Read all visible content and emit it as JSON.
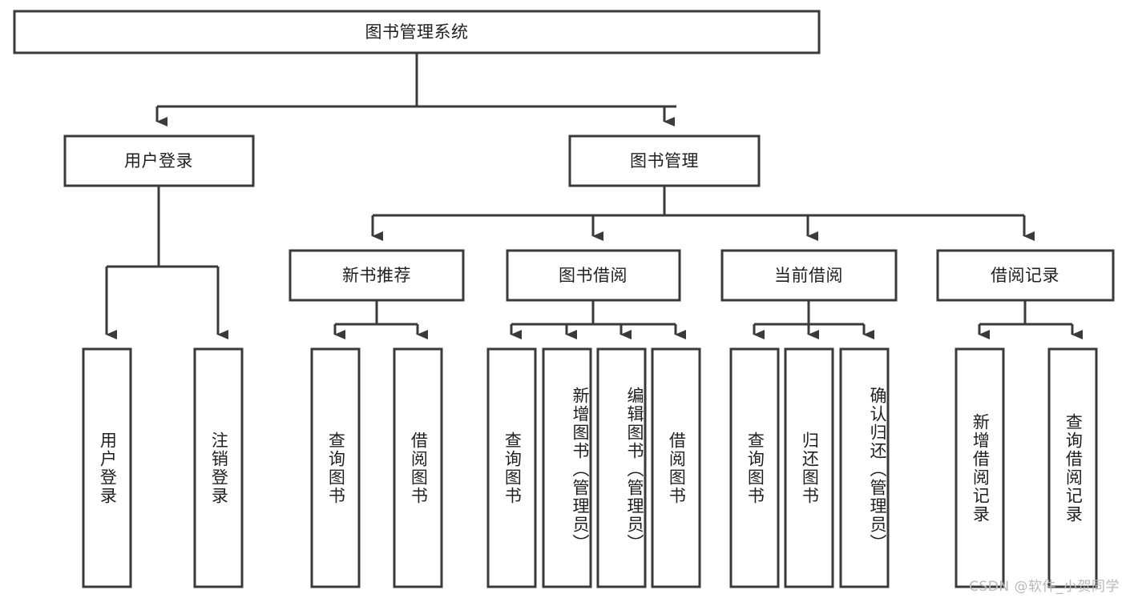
{
  "diagram": {
    "title": "图书管理系统",
    "type": "tree",
    "orientation": "top-down",
    "colors": {
      "box_fill": "#ffffff",
      "box_stroke": "#3a3a3a",
      "connector": "#3a3a3a",
      "text": "#1f1f1f",
      "watermark": "#b8b8b8"
    },
    "root": {
      "label": "图书管理系统"
    },
    "level2": [
      {
        "label": "用户登录"
      },
      {
        "label": "图书管理"
      }
    ],
    "level3": [
      {
        "label": "新书推荐"
      },
      {
        "label": "图书借阅"
      },
      {
        "label": "当前借阅"
      },
      {
        "label": "借阅记录"
      }
    ],
    "leaves": {
      "user_login": [
        {
          "label": "用户登录"
        },
        {
          "label": "注销登录"
        }
      ],
      "new_book_recommend": [
        {
          "label": "查询图书"
        },
        {
          "label": "借阅图书"
        }
      ],
      "book_borrow": [
        {
          "label": "查询图书"
        },
        {
          "label": "新增图书（管理员）"
        },
        {
          "label": "编辑图书（管理员）"
        },
        {
          "label": "借阅图书"
        }
      ],
      "current_borrow": [
        {
          "label": "查询图书"
        },
        {
          "label": "归还图书"
        },
        {
          "label": "确认归还（管理员）"
        }
      ],
      "borrow_record": [
        {
          "label": "新增借阅记录"
        },
        {
          "label": "查询借阅记录"
        }
      ]
    },
    "watermark": "CSDN @软件_小贺同学"
  }
}
